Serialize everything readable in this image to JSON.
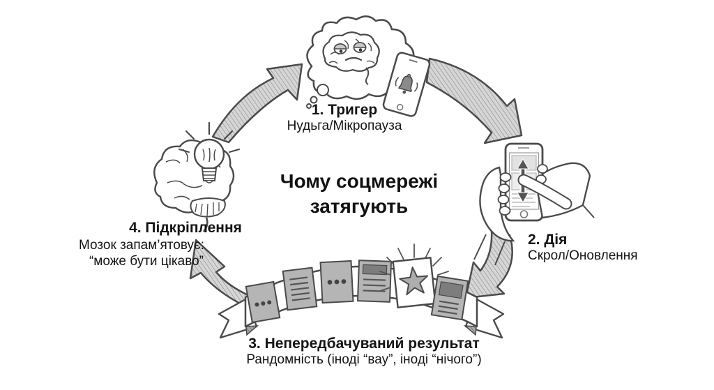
{
  "title": {
    "line1": "Чому соцмережі",
    "line2": "затягують"
  },
  "steps": [
    {
      "label": "1. Тригер",
      "desc": "Нудьга/Мікропауза"
    },
    {
      "label": "2. Дія",
      "desc": "Скрол/Оновлення"
    },
    {
      "label": "3. Непередбачуваний результат",
      "desc": "Рандомність (іноді “вау”, іноді “нічого”)"
    },
    {
      "label": "4. Підкріплення",
      "desc_line1": "Мозок запам’ятовує:",
      "desc_line2": "“може бути цікаво”"
    }
  ],
  "illustrations": {
    "top": "bored-brain-in-thought-cloud-with-notification-phone",
    "right": "hands-scrolling-smartphone",
    "bottom": "ribbon-of-feed-cards-with-star-reward",
    "left": "brain-with-lightbulb",
    "arrows": "clockwise-cycle-arrows"
  },
  "palette": {
    "background": "#ffffff",
    "ink": "#141414",
    "sketch_stroke": "#4a4a4a",
    "card_gray": "#b5b5b5",
    "dark_block": "#7d7d7d",
    "hatch_fill": "#d6d6d6"
  }
}
